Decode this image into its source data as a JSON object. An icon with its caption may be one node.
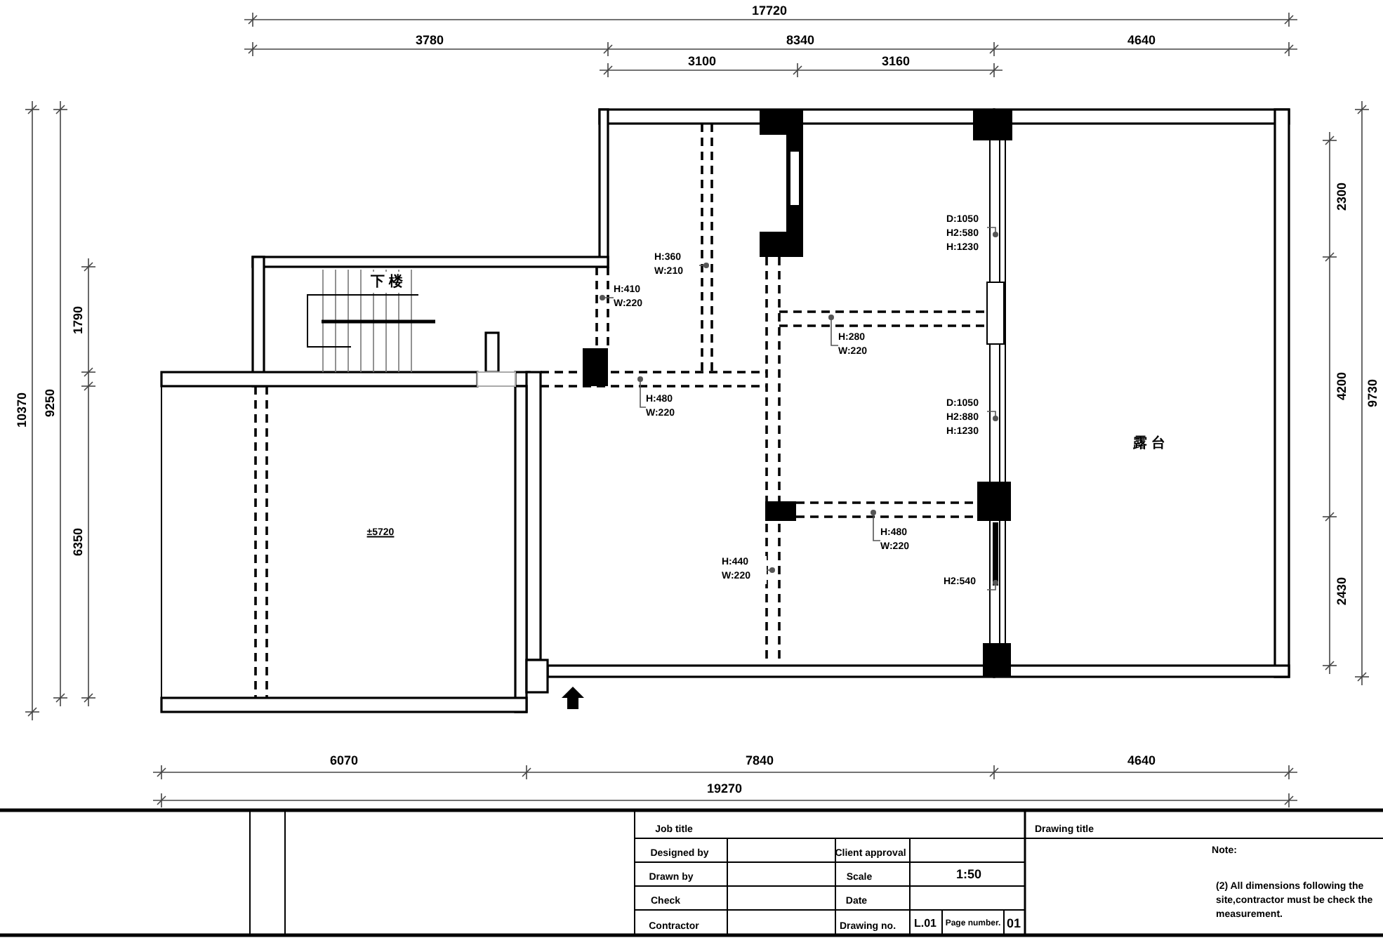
{
  "diagram": {
    "nodes": [
      {
        "text": [
          "H:360 W:210"
        ]
      },
      {
        "text": [
          "H:410 W:220"
        ]
      },
      {
        "text": [
          "H:480 W:220"
        ]
      },
      {
        "text": [
          "H:280 W:220"
        ]
      },
      {
        "text": [
          "H:480 W:220"
        ]
      },
      {
        "text": [
          "H:440 W:220"
        ]
      },
      {
        "text": [
          "D:1050 H2:580 H:1230"
        ]
      },
      {
        "text": [
          "D:1050 H2:880 H:1230"
        ]
      },
      {
        "text": [
          "H2:540"
        ]
      }
    ],
    "edges": [
      {
        "from": 0,
        "to": null,
        "arrow": "other"
      },
      {
        "from": 1,
        "to": null,
        "arrow": "other"
      },
      {
        "from": 2,
        "to": null,
        "arrow": "other"
      },
      {
        "from": 3,
        "to": null,
        "arrow": "other"
      },
      {
        "from": 4,
        "to": null,
        "arrow": "other"
      },
      {
        "from": 5,
        "to": null,
        "arrow": "other"
      },
      {
        "from": 6,
        "to": null,
        "arrow": "other"
      },
      {
        "from": 7,
        "to": null,
        "arrow": "other"
      },
      {
        "from": 8,
        "to": null,
        "arrow": "other"
      }
    ],
    "labels": [
      "17720",
      "3780",
      "8340",
      "4640",
      "3100",
      "3160",
      "10370",
      "9250",
      "1790",
      "6350",
      "2300",
      "4200",
      "2430",
      "9730",
      "6070",
      "7840",
      "4640",
      "19270",
      "下楼",
      "±5720",
      "露台",
      "Job title",
      "Designed by",
      "Drawn by",
      "Check",
      "Contractor",
      "Client approval",
      "Scale",
      "1:50",
      "Date",
      "Drawing no.",
      "L.01",
      "Page number.",
      "01",
      "Drawing title",
      "Note:",
      "(2) All dimensions following the site,contractor must be check the measurement."
    ]
  }
}
